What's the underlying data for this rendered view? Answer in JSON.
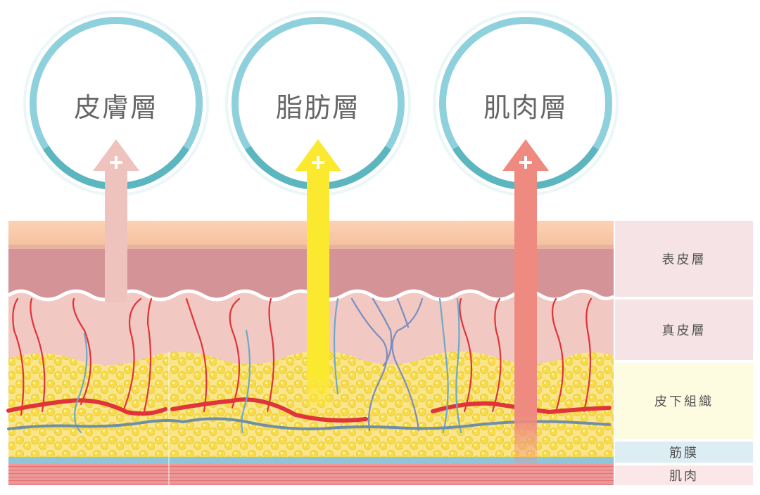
{
  "bubbles": [
    {
      "label": "皮膚層",
      "arrow_color": "#efc3bd"
    },
    {
      "label": "脂肪層",
      "arrow_color": "#fbe930"
    },
    {
      "label": "肌肉層",
      "arrow_color": "#ef8a80"
    }
  ],
  "layers": [
    {
      "label": "表皮層",
      "color": "#f5e3e6"
    },
    {
      "label": "真皮層",
      "color": "#f5e3e6"
    },
    {
      "label": "皮下組織",
      "color": "#fdfbe0"
    },
    {
      "label": "筋膜",
      "color": "#dcedf3"
    },
    {
      "label": "肌肉",
      "color": "#fbe7e7"
    }
  ],
  "colors": {
    "ring": "#8ed1dc",
    "ring_dark": "#5bb6bf",
    "epidermis_top": "#f8c9a8",
    "epidermis": "#d49497",
    "dermis": "#f1c9c2",
    "fat": "#f8e77e",
    "fascia": "#8fc5d8",
    "muscle": "#ec8a8a",
    "artery": "#e0333a",
    "vein": "#7b8cc0"
  }
}
